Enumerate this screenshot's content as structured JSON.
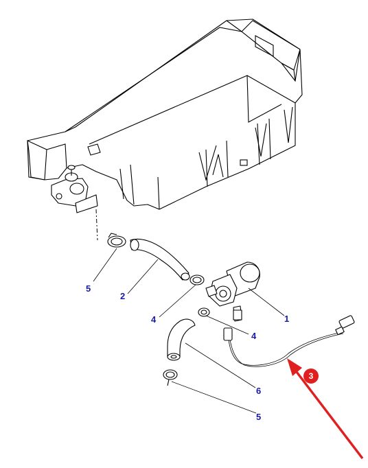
{
  "colors": {
    "label": "#1a1aa8",
    "line": "#000000",
    "callout": "#e02020"
  },
  "labels": {
    "part_1": "1",
    "part_2": "2",
    "part_4a": "4",
    "part_4b": "4",
    "part_5a": "5",
    "part_5b": "5",
    "part_6": "6"
  },
  "callout": {
    "badge": "3"
  }
}
